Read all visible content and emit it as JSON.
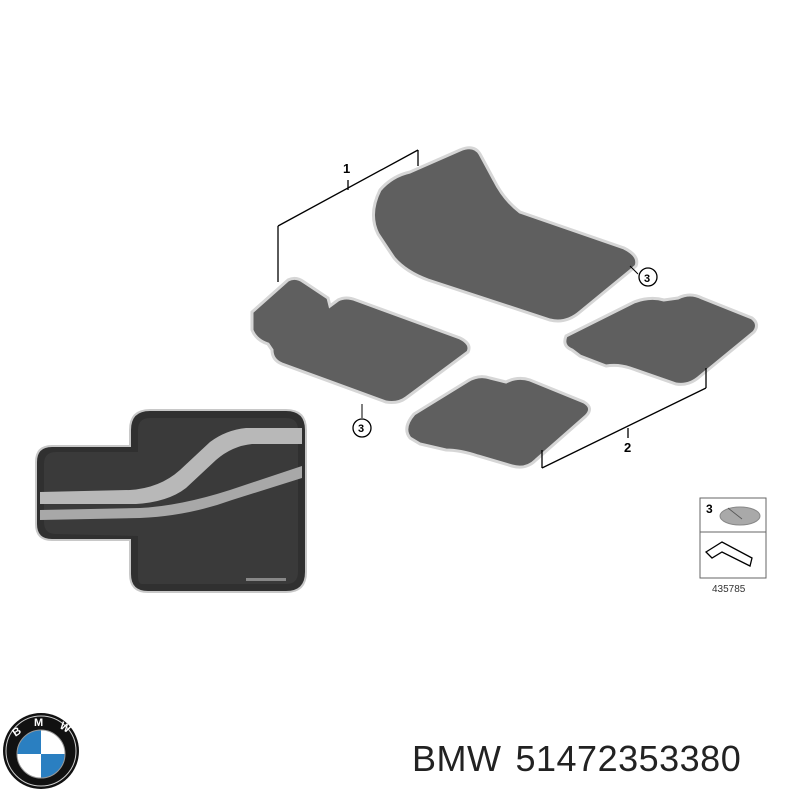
{
  "callouts": {
    "front_set": "1",
    "rear_set": "2",
    "fastener_front_right": "3",
    "fastener_front_left": "3"
  },
  "legend": {
    "number": "3",
    "diagram_id": "435785"
  },
  "caption": {
    "brand": "BMW",
    "part_number": "51472353380"
  },
  "logo_text": "BMW",
  "colors": {
    "mat_fill": "#5f5f5f",
    "mat_outline": "#dcdcdc",
    "photo_mat": "#303030",
    "photo_stripe": "#b8b8b8",
    "logo_blue": "#2a7fc1",
    "logo_ring": "#111111"
  }
}
